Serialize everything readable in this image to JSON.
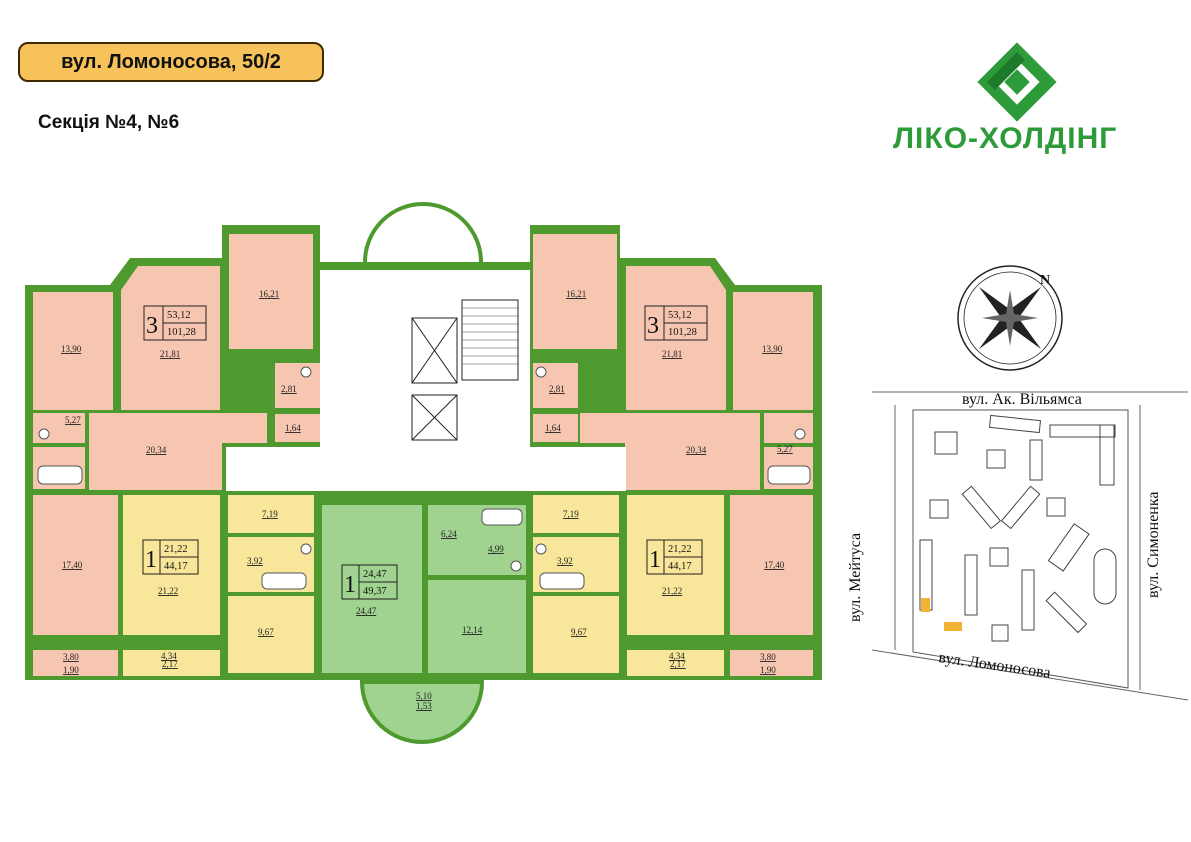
{
  "header": {
    "address": "вул. Ломоносова, 50/2",
    "section": "Секція №4, №6",
    "logo_text": "ЛІКО-ХОЛДІНГ"
  },
  "colors": {
    "wall": "#4e9a2e",
    "three_room": "#f7c6b1",
    "one_room_yellow": "#f8e79a",
    "one_room_green": "#9fd38f",
    "common": "#ffffff",
    "badge": "#f7c25a",
    "logo": "#2e9b3a"
  },
  "apartments": [
    {
      "rooms": "3",
      "living": "53,12",
      "total": "101,28"
    },
    {
      "rooms": "3",
      "living": "53,12",
      "total": "101,28"
    },
    {
      "rooms": "1",
      "living": "21,22",
      "total": "44,17"
    },
    {
      "rooms": "1",
      "living": "24,47",
      "total": "49,37"
    },
    {
      "rooms": "1",
      "living": "21,22",
      "total": "44,17"
    }
  ],
  "rooms": {
    "r01": "13,90",
    "r02": "21,81",
    "r03": "16,21",
    "r04": "2,81",
    "r05": "1,64",
    "r06": "5,27",
    "r07": "20,34",
    "r08": "17,40",
    "r09": "3,80",
    "r10": "1,90",
    "r11": "21,22",
    "r12": "4,34",
    "r13": "2,17",
    "r14": "7,19",
    "r15": "3,92",
    "r16": "9,67",
    "r17": "24,47",
    "r18": "6,24",
    "r19": "4,99",
    "r20": "12,14",
    "r21": "5,10",
    "r22": "1,53",
    "r23": "16,21",
    "r24": "2,81",
    "r25": "1,64",
    "r26": "21,81",
    "r27": "13,90",
    "r28": "20,34",
    "r29": "5,27",
    "r30": "7,19",
    "r31": "3,92",
    "r32": "9,67",
    "r33": "21,22",
    "r34": "17,40",
    "r35": "4,34",
    "r36": "2,17",
    "r37": "3,80",
    "r38": "1,90"
  },
  "site_plan": {
    "compass_north": "N",
    "streets": {
      "top": "вул. Ак. Вільямса",
      "left": "вул. Мейтуса",
      "right": "вул. Симоненка",
      "bottom": "вул. Ломоносова"
    }
  }
}
